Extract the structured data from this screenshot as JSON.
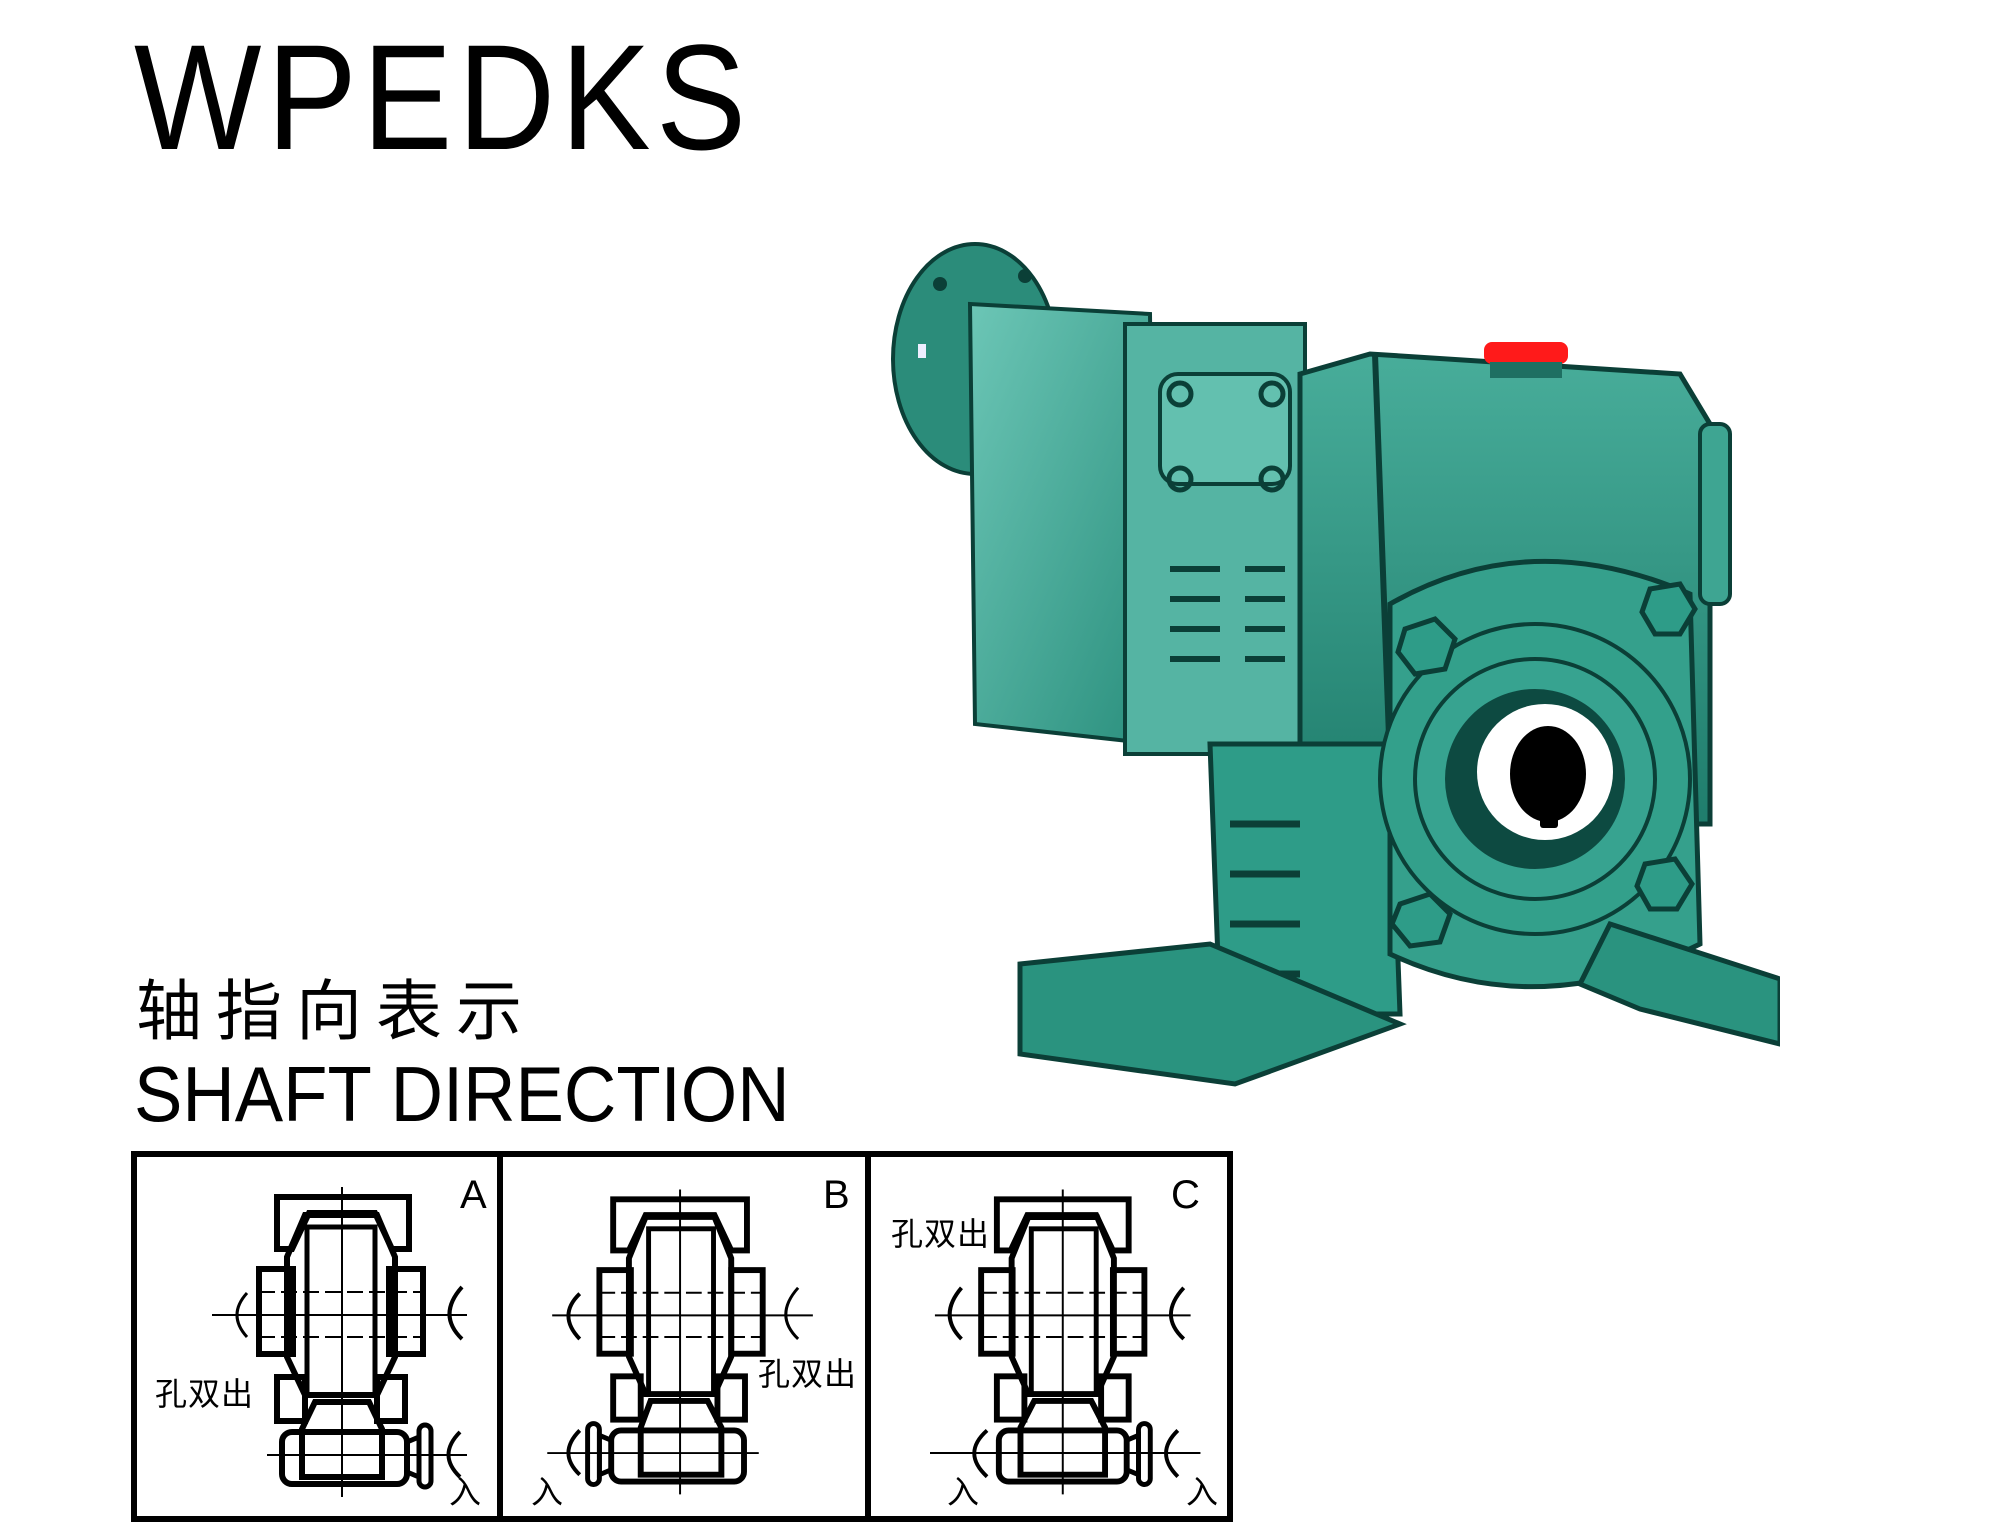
{
  "header": {
    "model_name": "WPEDKS"
  },
  "shaft_direction": {
    "heading_cn": "轴指向表示",
    "heading_en": "SHAFT DIRECTION",
    "diagrams": [
      {
        "label": "A",
        "note": "孔双出",
        "input_label": "入",
        "input_side": "right"
      },
      {
        "label": "B",
        "note": "孔双出",
        "input_label": "入",
        "input_side": "left"
      },
      {
        "label": "C",
        "note": "孔双出",
        "input_label": "入",
        "input_side": "both"
      }
    ]
  },
  "product_image": {
    "description": "Teal worm gear reducer with flange input and hollow output shaft",
    "colors": {
      "body": "#2e9c88",
      "body_light": "#5fbfae",
      "body_dark": "#0f5c50",
      "cap": "#ff1a1a"
    }
  }
}
